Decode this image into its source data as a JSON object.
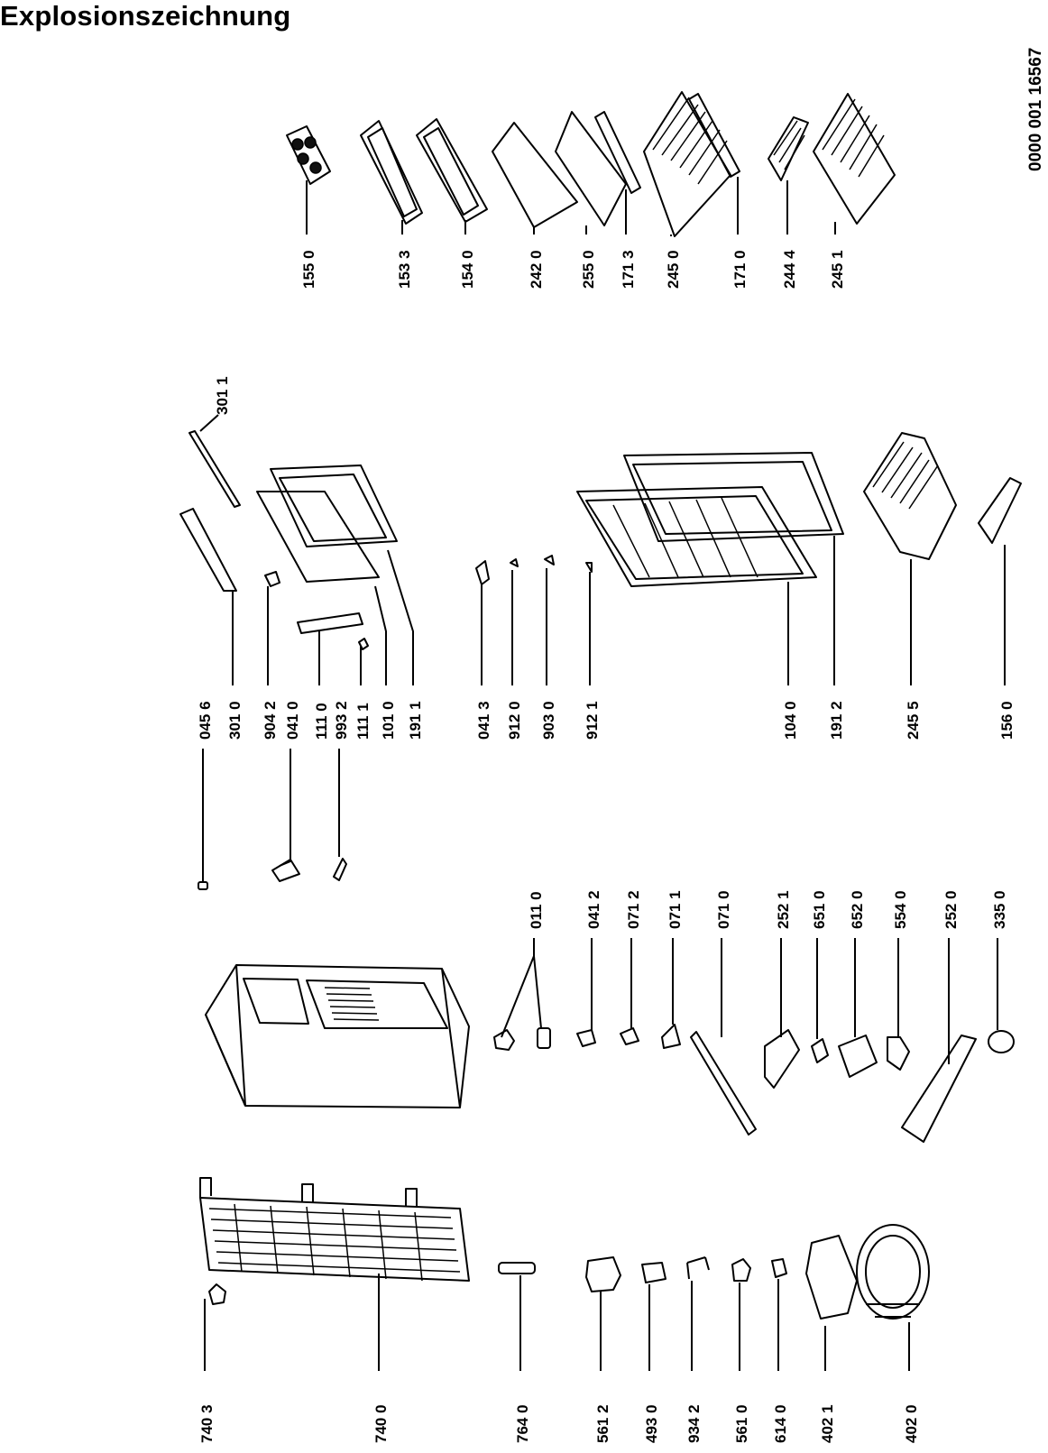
{
  "title": "Explosionszeichnung",
  "document_number": "0000 001 16567",
  "part_labels": [
    "740 3",
    "740 0",
    "764 0",
    "561 2",
    "493 0",
    "934 2",
    "561 0",
    "614 0",
    "402 1",
    "402 0",
    "011 0",
    "041 2",
    "071 2",
    "071 1",
    "071 0",
    "252 1",
    "651 0",
    "652 0",
    "554 0",
    "252 0",
    "335 0",
    "045 6",
    "301 0",
    "904 2",
    "041 0",
    "111 0",
    "993 2",
    "111 1",
    "101 0",
    "191 1",
    "301 1",
    "041 3",
    "912 0",
    "903 0",
    "912 1",
    "104 0",
    "191 2",
    "245 5",
    "156 0",
    "155 0",
    "153 3",
    "154 0",
    "242 0",
    "255 0",
    "171 3",
    "245 0",
    "171 0",
    "244 4",
    "245 1"
  ]
}
